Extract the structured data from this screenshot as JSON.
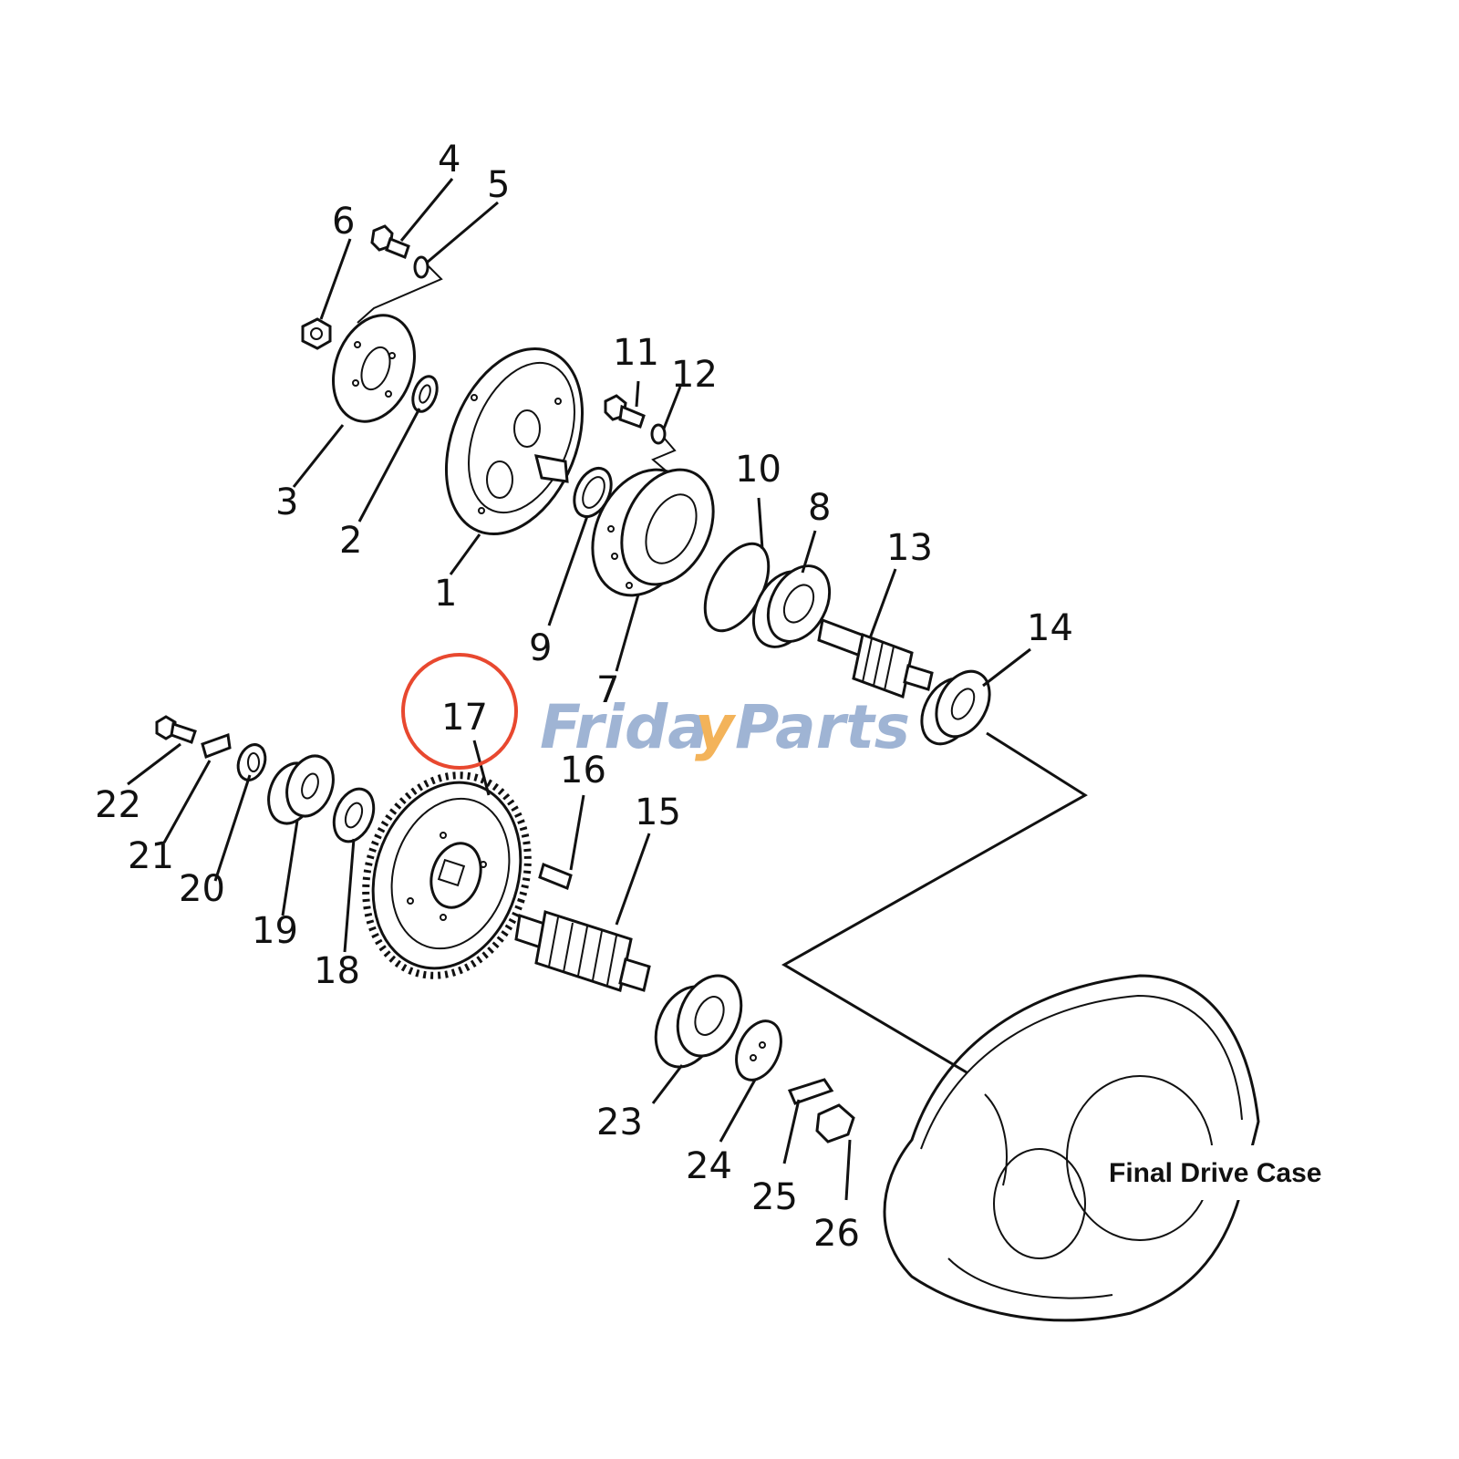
{
  "diagram": {
    "part_numbers": [
      "1",
      "2",
      "3",
      "4",
      "5",
      "6",
      "7",
      "8",
      "9",
      "10",
      "11",
      "12",
      "13",
      "14",
      "15",
      "16",
      "17",
      "18",
      "19",
      "20",
      "21",
      "22",
      "23",
      "24",
      "25",
      "26"
    ],
    "highlighted_part": "17",
    "highlight_color": "#e8482f",
    "case_label": "Final Drive Case"
  },
  "watermark": {
    "text_a": "Frida",
    "text_b": "Parts",
    "color_primary": "#9fb4d4",
    "color_accent": "#f3b35a"
  }
}
